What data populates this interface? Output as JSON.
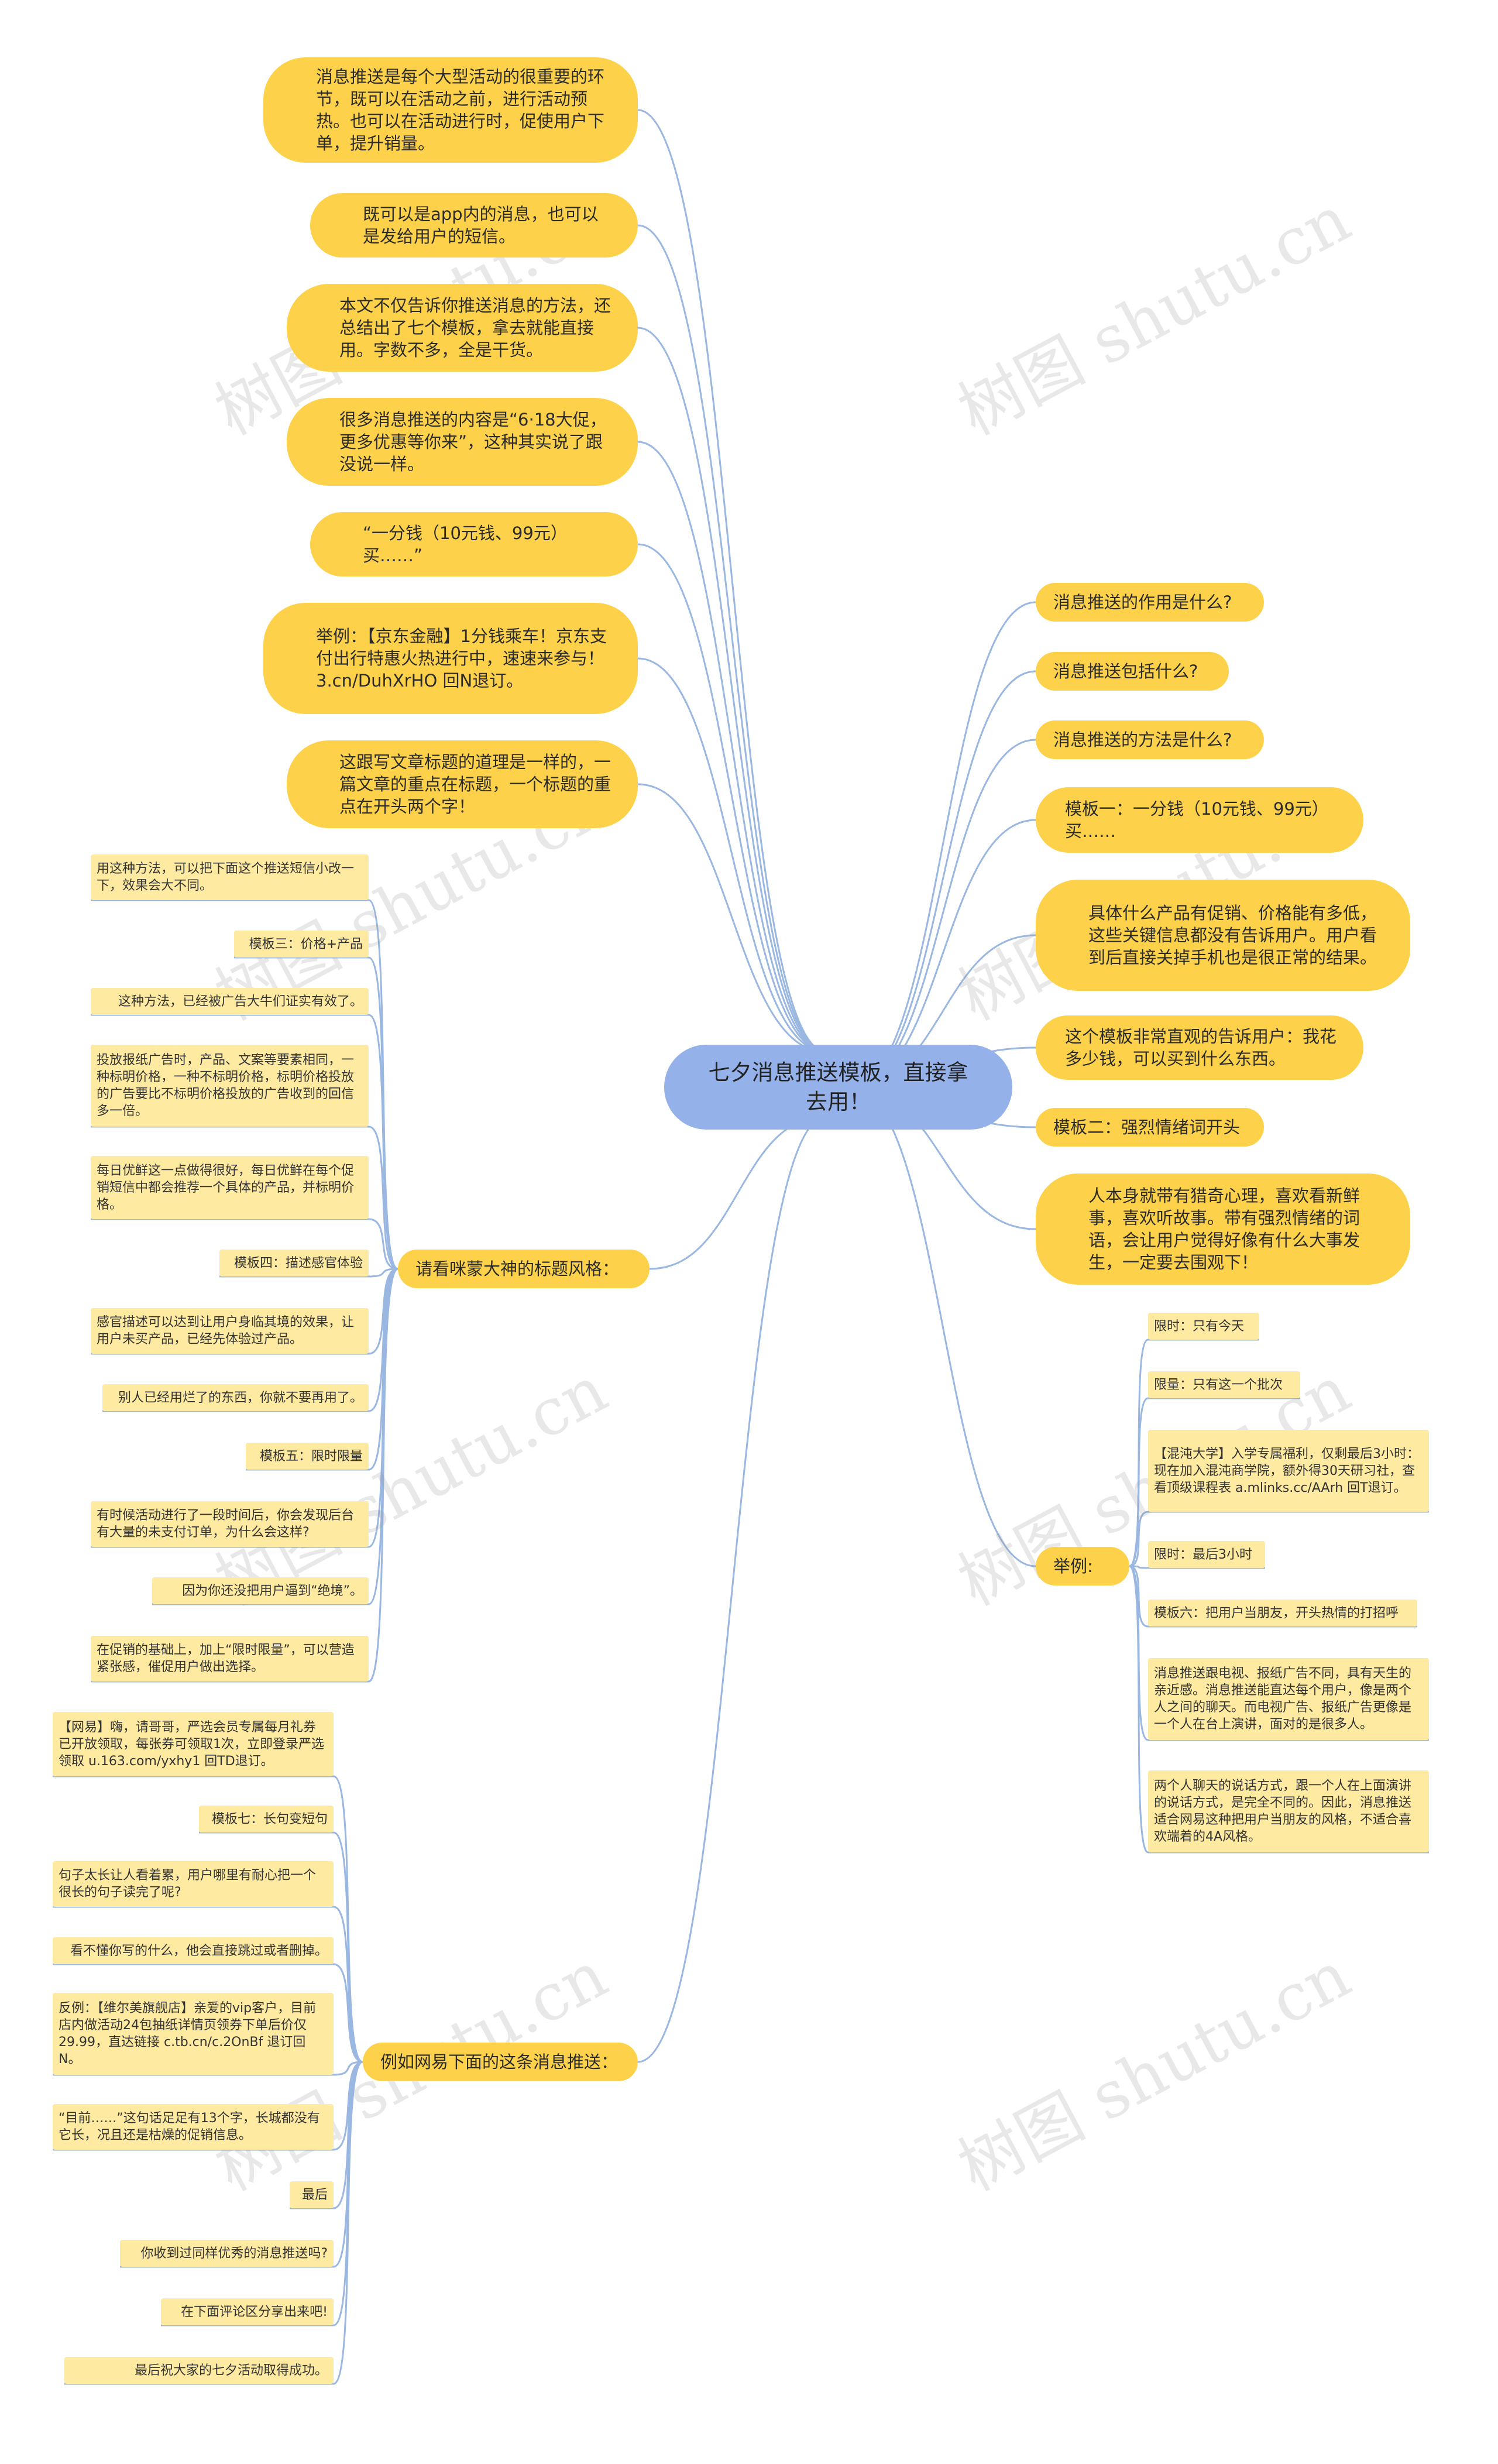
{
  "root": "七夕消息推送模板，直接拿去用！",
  "left_top": [
    "消息推送是每个大型活动的很重要的环节，既可以在活动之前，进行活动预热。也可以在活动进行时，促使用户下单，提升销量。",
    "既可以是app内的消息，也可以是发给用户的短信。",
    "本文不仅告诉你推送消息的方法，还总结出了七个模板，拿去就能直接用。字数不多，全是干货。",
    "很多消息推送的内容是“6·18大促，更多优惠等你来”，这种其实说了跟没说一样。",
    "“一分钱（10元钱、99元）买……”",
    "举例：【京东金融】1分钱乘车！京东支付出行特惠火热进行中，速速来参与！ 3.cn/DuhXrHO 回N退订。",
    "这跟写文章标题的道理是一样的，一篇文章的重点在标题，一个标题的重点在开头两个字！"
  ],
  "right": [
    "消息推送的作用是什么?",
    "消息推送包括什么?",
    "消息推送的方法是什么?",
    "模板一：一分钱（10元钱、99元）买……",
    "具体什么产品有促销、价格能有多低，这些关键信息都没有告诉用户。用户看到后直接关掉手机也是很正常的结果。",
    "这个模板非常直观的告诉用户：我花多少钱，可以买到什么东西。",
    "模板二：强烈情绪词开头",
    "人本身就带有猎奇心理，喜欢看新鲜事，喜欢听故事。带有强烈情绪的词语，会让用户觉得好像有什么大事发生，一定要去围观下！"
  ],
  "branch_mengniu": {
    "label": "请看咪蒙大神的标题风格：",
    "items": [
      "用这种方法，可以把下面这个推送短信小改一下，效果会大不同。",
      "模板三：价格+产品",
      "这种方法，已经被广告大牛们证实有效了。",
      "投放报纸广告时，产品、文案等要素相同，一种标明价格，一种不标明价格，标明价格投放的广告要比不标明价格投放的广告收到的回信多一倍。",
      "每日优鲜这一点做得很好，每日优鲜在每个促销短信中都会推荐一个具体的产品，并标明价格。",
      "模板四：描述感官体验",
      "感官描述可以达到让用户身临其境的效果，让用户未买产品，已经先体验过产品。",
      "别人已经用烂了的东西，你就不要再用了。",
      "模板五：限时限量",
      "有时候活动进行了一段时间后，你会发现后台有大量的未支付订单，为什么会这样?",
      "因为你还没把用户逼到“绝境”。",
      "在促销的基础上，加上“限时限量”，可以营造紧张感，催促用户做出选择。"
    ]
  },
  "branch_example": {
    "label": "举例:",
    "items": [
      "限时：只有今天",
      "限量：只有这一个批次",
      "【混沌大学】入学专属福利，仅剩最后3小时：现在加入混沌商学院，额外得30天研习社，查看顶级课程表 a.mlinks.cc/AArh 回T退订。",
      "限时：最后3小时",
      "模板六：把用户当朋友，开头热情的打招呼",
      "消息推送跟电视、报纸广告不同，具有天生的亲近感。消息推送能直达每个用户，像是两个人之间的聊天。而电视广告、报纸广告更像是一个人在台上演讲，面对的是很多人。",
      "两个人聊天的说话方式，跟一个人在上面演讲的说话方式，是完全不同的。因此，消息推送适合网易这种把用户当朋友的风格，不适合喜欢端着的4A风格。"
    ]
  },
  "branch_netease": {
    "label": "例如网易下面的这条消息推送：",
    "items": [
      "【网易】嗨，请哥哥，严选会员专属每月礼券已开放领取，每张券可领取1次，立即登录严选领取 u.163.com/yxhy1 回TD退订。",
      "模板七：长句变短句",
      "句子太长让人看着累，用户哪里有耐心把一个很长的句子读完了呢?",
      "看不懂你写的什么，他会直接跳过或者删掉。",
      "反例：【维尔美旗舰店】亲爱的vip客户，目前店内做活动24包抽纸详情页领券下单后价仅29.99，直达链接 c.tb.cn/c.2OnBf 退订回N。",
      "“目前……”这句话足足有13个字，长城都没有它长，况且还是枯燥的促销信息。",
      "最后",
      "你收到过同样优秀的消息推送吗?",
      "在下面评论区分享出来吧!",
      "最后祝大家的七夕活动取得成功。"
    ]
  },
  "watermark": "树图 shutu.cn",
  "colors": {
    "root_fill": "#94b2e9",
    "main_fill": "#fdd24a",
    "leaf_fill": "#feeaa1",
    "line": "#9ab7e2"
  }
}
